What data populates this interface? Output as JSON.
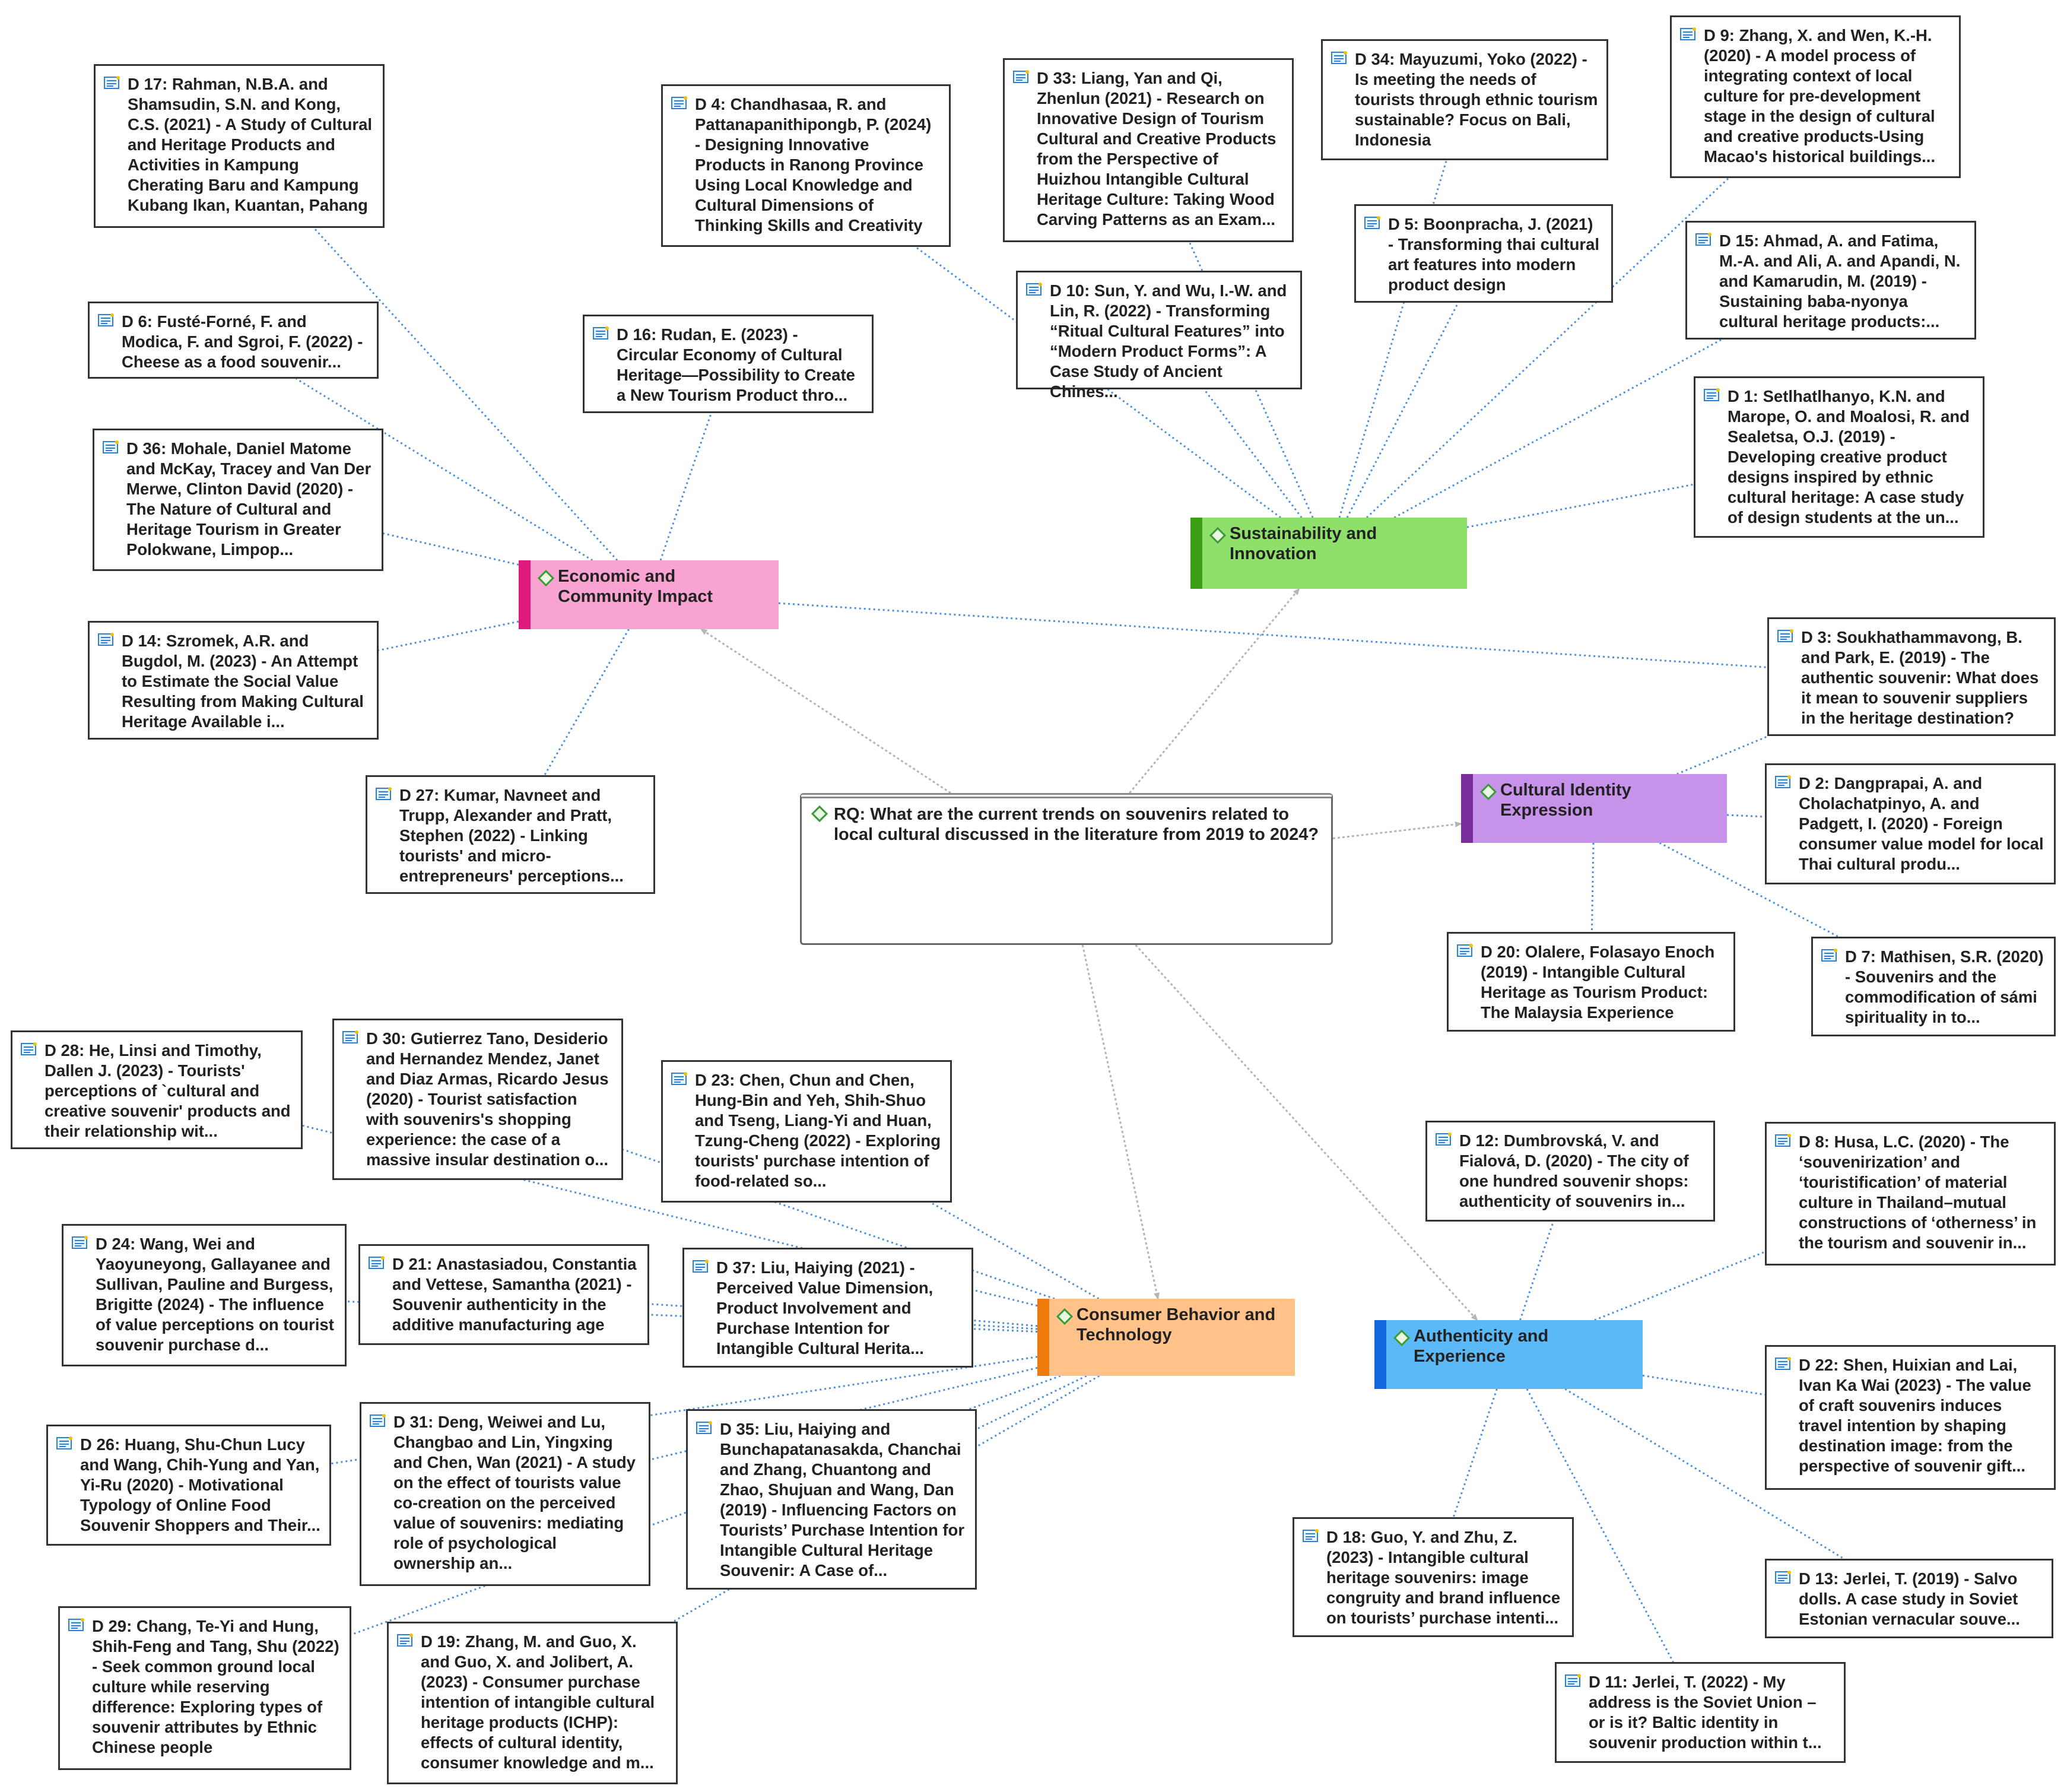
{
  "colors": {
    "line_blue": "#4a8fe0",
    "line_gray": "#b5b5b5",
    "economic_fill": "#f8a3d1",
    "economic_bar": "#e0197c",
    "sustain_fill": "#8fe06a",
    "sustain_bar": "#3c9e12",
    "cultural_fill": "#c792ea",
    "cultural_bar": "#7a2e9c",
    "consumer_fill": "#ffc38a",
    "consumer_bar": "#ef7a0c",
    "authentic_fill": "#5cb9f7",
    "authentic_bar": "#1466e0"
  },
  "icon": "document-icon",
  "rq": {
    "id": "rq",
    "text": "RQ: What are the current trends on souvenirs related to local cultural discussed in the literature from 2019 to 2024?"
  },
  "themes": [
    {
      "id": "economic",
      "label": "Economic and Community Impact"
    },
    {
      "id": "sustain",
      "label": "Sustainability and Innovation"
    },
    {
      "id": "cultural",
      "label": "Cultural Identity Expression"
    },
    {
      "id": "consumer",
      "label": "Consumer Behavior and Technology"
    },
    {
      "id": "authentic",
      "label": "Authenticity and Experience"
    }
  ],
  "documents": [
    {
      "id": "d17",
      "theme": "economic",
      "text": "D 17: Rahman, N.B.A. and Shamsudin, S.N. and Kong, C.S. (2021) - A Study of Cultural and Heritage Products and Activities in Kampung Cherating Baru and Kampung Kubang Ikan, Kuantan, Pahang"
    },
    {
      "id": "d6",
      "theme": "economic",
      "text": "D 6: Fusté-Forné, F. and Modica, F. and Sgroi, F. (2022) - Cheese as a food souvenir..."
    },
    {
      "id": "d36",
      "theme": "economic",
      "text": "D 36: Mohale, Daniel Matome and McKay, Tracey and Van Der Merwe, Clinton David (2020) - The Nature of Cultural and Heritage Tourism in Greater Polokwane, Limpop..."
    },
    {
      "id": "d14",
      "theme": "economic",
      "text": "D 14: Szromek, A.R. and Bugdol, M. (2023) - An Attempt to Estimate the Social Value Resulting from Making Cultural Heritage Available i..."
    },
    {
      "id": "d16",
      "theme": "economic",
      "text": "D 16: Rudan, E. (2023) - Circular Economy of Cultural Heritage—Possibility to Create a New Tourism Product thro..."
    },
    {
      "id": "d27",
      "theme": "economic",
      "text": "D 27: Kumar, Navneet and Trupp, Alexander and Pratt, Stephen (2022) - Linking tourists' and micro-entrepreneurs' perceptions..."
    },
    {
      "id": "d4",
      "theme": "sustain",
      "text": "D 4: Chandhasaa, R. and Pattanapanithipongb, P. (2024) - Designing Innovative Products in Ranong Province Using Local Knowledge and Cultural Dimensions of Thinking Skills and Creativity"
    },
    {
      "id": "d33",
      "theme": "sustain",
      "text": "D 33: Liang, Yan and Qi, Zhenlun (2021) - Research on Innovative Design of Tourism Cultural and Creative Products from the Perspective of Huizhou Intangible Cultural Heritage Culture: Taking Wood Carving Patterns as an Exam..."
    },
    {
      "id": "d34",
      "theme": "sustain",
      "text": "D 34: Mayuzumi, Yoko (2022) - Is meeting the needs of tourists through ethnic tourism sustainable? Focus on Bali, Indonesia"
    },
    {
      "id": "d9",
      "theme": "sustain",
      "text": "D 9: Zhang, X. and Wen, K.-H. (2020) - A model process of integrating context of local culture for pre-development stage in the design of cultural and creative products-Using Macao's historical buildings..."
    },
    {
      "id": "d5",
      "theme": "sustain",
      "text": "D 5: Boonpracha, J. (2021) - Transforming thai cultural art features into modern product design"
    },
    {
      "id": "d10",
      "theme": "sustain",
      "text": "D 10: Sun, Y. and Wu, I.-W. and Lin, R. (2022) - Transforming “Ritual Cultural Features” into “Modern Product Forms”: A Case Study of Ancient Chines..."
    },
    {
      "id": "d15",
      "theme": "sustain",
      "text": "D 15: Ahmad, A. and Fatima, M.-A. and Ali, A. and Apandi, N. and Kamarudin, M. (2019) - Sustaining baba-nyonya cultural heritage products:..."
    },
    {
      "id": "d1",
      "theme": "sustain",
      "text": "D 1: Setlhatlhanyo, K.N. and Marope, O. and Moalosi, R. and Sealetsa, O.J. (2019) - Developing creative product designs inspired by ethnic cultural heritage: A case study of design students at the un..."
    },
    {
      "id": "d3",
      "theme": "cultural",
      "text": "D 3: Soukhathammavong, B. and Park, E. (2019) - The authentic souvenir: What does it mean to souvenir suppliers in the heritage destination?"
    },
    {
      "id": "d2",
      "theme": "cultural",
      "text": "D 2: Dangprapai, A. and Cholachatpinyo, A. and Padgett, I. (2020) - Foreign consumer value model for local Thai cultural produ..."
    },
    {
      "id": "d20",
      "theme": "cultural",
      "text": "D 20: Olalere, Folasayo Enoch (2019) - Intangible Cultural Heritage as Tourism Product: The Malaysia Experience"
    },
    {
      "id": "d7",
      "theme": "cultural",
      "text": "D 7: Mathisen, S.R. (2020) - Souvenirs and the commodification of sámi spirituality in to..."
    },
    {
      "id": "d28",
      "theme": "consumer",
      "text": "D 28: He, Linsi and Timothy, Dallen J. (2023) - Tourists' perceptions of `cultural and creative souvenir' products and their relationship wit..."
    },
    {
      "id": "d30",
      "theme": "consumer",
      "text": "D 30: Gutierrez Tano, Desiderio and Hernandez Mendez, Janet and Diaz Armas, Ricardo Jesus (2020) - Tourist satisfaction with souvenirs's shopping experience: the case of a massive insular destination o..."
    },
    {
      "id": "d23",
      "theme": "consumer",
      "text": "D 23: Chen, Chun and Chen, Hung-Bin and Yeh, Shih-Shuo and Tseng, Liang-Yi and Huan, Tzung-Cheng (2022) - Exploring tourists' purchase intention of food-related so..."
    },
    {
      "id": "d24",
      "theme": "consumer",
      "text": "D 24: Wang, Wei and Yaoyuneyong, Gallayanee and Sullivan, Pauline and Burgess, Brigitte (2024) - The influence of value perceptions on tourist souvenir purchase d..."
    },
    {
      "id": "d21",
      "theme": "consumer",
      "text": "D 21: Anastasiadou, Constantia and Vettese, Samantha (2021) - Souvenir authenticity in the additive manufacturing age"
    },
    {
      "id": "d37",
      "theme": "consumer",
      "text": "D 37: Liu, Haiying (2021) - Perceived Value Dimension, Product Involvement and Purchase Intention for Intangible Cultural Herita..."
    },
    {
      "id": "d26",
      "theme": "consumer",
      "text": "D 26: Huang, Shu-Chun Lucy and Wang, Chih-Yung and Yan, Yi-Ru (2020) - Motivational Typology of Online Food Souvenir Shoppers and Their..."
    },
    {
      "id": "d31",
      "theme": "consumer",
      "text": "D 31: Deng, Weiwei and Lu, Changbao and Lin, Yingxing and Chen, Wan (2021) - A study on the effect of tourists value co-creation on the perceived value of souvenirs: mediating role of psychological ownership an..."
    },
    {
      "id": "d35",
      "theme": "consumer",
      "text": "D 35: Liu, Haiying and Bunchapatanasakda, Chanchai and Zhang, Chuantong and Zhao, Shujuan and Wang, Dan (2019) - Influencing Factors on Tourists’ Purchase Intention for Intangible Cultural Heritage Souvenir: A Case of..."
    },
    {
      "id": "d29",
      "theme": "consumer",
      "text": "D 29: Chang, Te-Yi and Hung, Shih-Feng and Tang, Shu (2022) - Seek common ground local culture while reserving difference: Exploring types of souvenir attributes by Ethnic Chinese people"
    },
    {
      "id": "d19",
      "theme": "consumer",
      "text": "D 19: Zhang, M. and Guo, X. and Guo, X. and Jolibert, A. (2023) - Consumer purchase intention of intangible cultural heritage products (ICHP): effects of cultural identity, consumer knowledge and m..."
    },
    {
      "id": "d12",
      "theme": "authentic",
      "text": "D 12: Dumbrovská, V. and Fialová, D. (2020) - The city of one hundred souvenir shops: authenticity of souvenirs in..."
    },
    {
      "id": "d8",
      "theme": "authentic",
      "text": "D 8: Husa, L.C. (2020) - The ‘souvenirization’ and ‘touristification’ of material culture in Thailand–mutual constructions of ‘otherness’ in the tourism and souvenir in..."
    },
    {
      "id": "d22",
      "theme": "authentic",
      "text": "D 22: Shen, Huixian and Lai, Ivan Ka Wai (2023) - The value of craft souvenirs induces travel intention by shaping destination image: from the perspective of souvenir gift..."
    },
    {
      "id": "d18",
      "theme": "authentic",
      "text": "D 18: Guo, Y. and Zhu, Z. (2023) - Intangible cultural heritage souvenirs: image congruity and brand influence on tourists’ purchase intenti..."
    },
    {
      "id": "d13",
      "theme": "authentic",
      "text": "D 13: Jerlei, T. (2019) - Salvo dolls. A case study in Soviet Estonian vernacular souve..."
    },
    {
      "id": "d11",
      "theme": "authentic",
      "text": "D 11: Jerlei, T. (2022) - My address is the Soviet Union – or is it? Baltic identity in souvenir production within t..."
    }
  ],
  "extra_links": [
    {
      "from": "economic",
      "to": "d3"
    }
  ]
}
